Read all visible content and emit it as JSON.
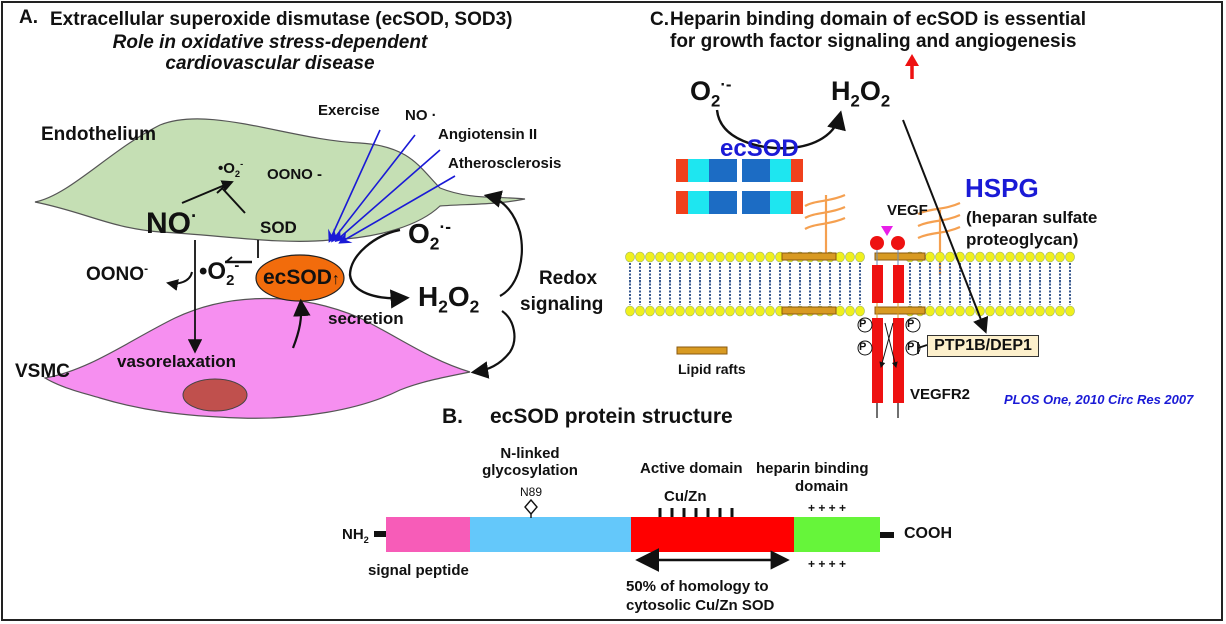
{
  "panel_a": {
    "letter": "A.",
    "title": "Extracellular superoxide dismutase (ecSOD, SOD3)",
    "subtitle_line1": "Role in oxidative stress-dependent",
    "subtitle_line2": "cardiovascular disease",
    "endothelium_label": "Endothelium",
    "vsmc_label": "VSMC",
    "stimuli": [
      "Exercise",
      "NO ·",
      "Angiotensin II",
      "Atherosclerosis"
    ],
    "inner": {
      "o2_radical": "•O",
      "oono": "OONO -",
      "no_big": "NO",
      "sod": "SOD"
    },
    "oono_minus": "OONO",
    "o2_mid": "•O",
    "ecsod_label": "ecSOD",
    "secretion": "secretion",
    "vasorelaxation": "vasorelaxation",
    "o2_right": "O",
    "h2o2_right": "H",
    "redox_line1": "Redox",
    "redox_line2": "signaling",
    "colors": {
      "endothelium": "#c5dfb4",
      "vsmc": "#f68ff0",
      "nucleus": "#c0504d",
      "ecsod_ellipse": "#f26c0c",
      "stimulus_arrows": "#1a1ad6"
    }
  },
  "panel_b": {
    "letter": "B.",
    "title": "ecSOD protein structure",
    "n_linked_line1": "N-linked",
    "n_linked_line2": "glycosylation",
    "n89": "N89",
    "active_domain": "Active domain",
    "heparin_line1": "heparin binding",
    "heparin_line2": "domain",
    "cuzn": "Cu/Zn",
    "plus_signs": "+ + + +",
    "nh2": "NH",
    "cooh": "COOH",
    "signal_peptide": "signal peptide",
    "homology_line1": "50% of homology to",
    "homology_line2": "cytosolic Cu/Zn SOD",
    "segments": [
      {
        "name": "signal-peptide",
        "color": "#f75cb8"
      },
      {
        "name": "glycosylation-region",
        "color": "#64c8fa"
      },
      {
        "name": "active-domain",
        "color": "#ff0000"
      },
      {
        "name": "heparin-binding-domain",
        "color": "#66f53a"
      }
    ]
  },
  "panel_c": {
    "letter": "C.",
    "title_line1": "Heparin binding domain of ecSOD is essential",
    "title_line2": "for growth factor signaling and angiogenesis",
    "o2": "O",
    "h2o2": "H",
    "ecsod": "ecSOD",
    "hspg": "HSPG",
    "hspg_line1": "(heparan sulfate",
    "hspg_line2": "proteoglycan)",
    "vegf": "VEGF",
    "vegfr2": "VEGFR2",
    "ptp": "PTP1B/DEP1",
    "p": "P",
    "lipid_rafts": "Lipid rafts",
    "citation": "PLOS One, 2010 Circ Res 2007",
    "colors": {
      "ecsod_end": "#f0401c",
      "ecsod_light": "#1ee6f0",
      "ecsod_dark": "#1c6cc4",
      "hspg": "#f5a050",
      "raft": "#d89a22",
      "receptor": "#ee1111",
      "vegf": "#e81ee8",
      "lipid_head": "#f0f01e",
      "up_arrow": "#ee1111"
    }
  }
}
